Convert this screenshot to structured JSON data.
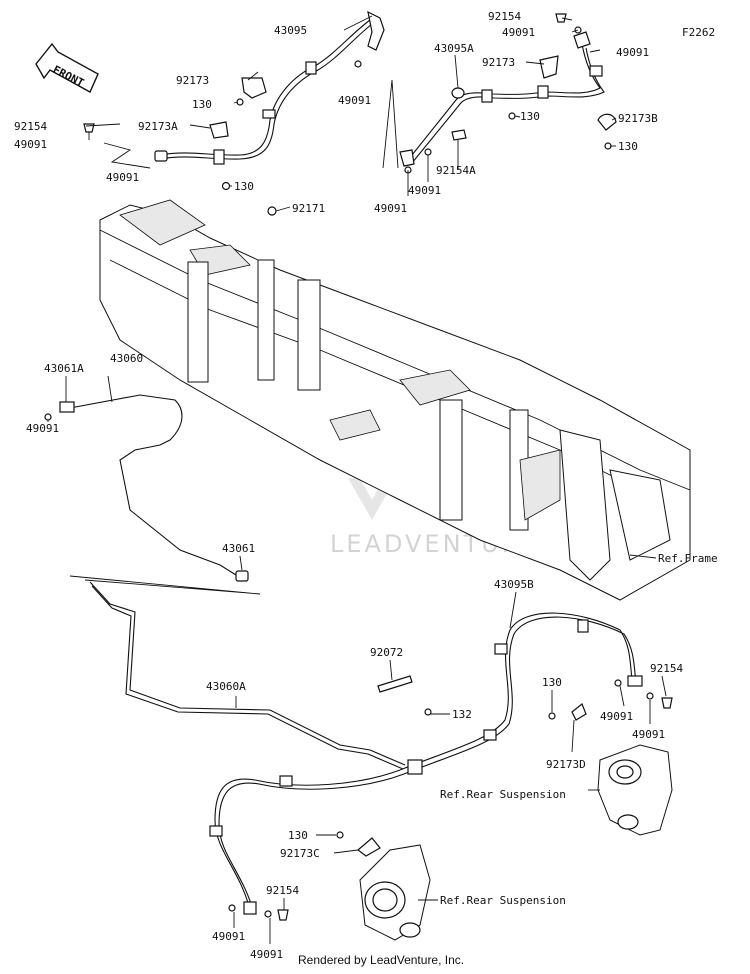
{
  "figure_code": "F2262",
  "front_label": "FRONT",
  "footer": "Rendered by LeadVenture, Inc.",
  "watermark": "LEADVENTURE",
  "labels": {
    "p43095": "43095",
    "p92154_tr": "92154",
    "p49091_tr1": "49091",
    "p49091_tr2": "49091",
    "pF2262": "F2262",
    "p43095A": "43095A",
    "p92173_tr": "92173",
    "p92173": "92173",
    "p130_a": "130",
    "p49091_a": "49091",
    "p92154_l": "92154",
    "p49091_l": "49091",
    "p92173A": "92173A",
    "p49091_l2": "49091",
    "p130_b": "130",
    "p130_c": "130",
    "p92173B": "92173B",
    "p130_d": "130",
    "p92154A": "92154A",
    "p49091_m1": "49091",
    "p49091_m2": "49091",
    "p92171": "92171",
    "p43061A": "43061A",
    "p43060": "43060",
    "p49091_ll": "49091",
    "p43061": "43061",
    "refFrame": "Ref.Frame",
    "p43095B": "43095B",
    "p92072": "92072",
    "p130_e": "130",
    "p92154_r": "92154",
    "p43060A": "43060A",
    "p132": "132",
    "p49091_r1": "49091",
    "p49091_r2": "49091",
    "p92173D": "92173D",
    "refRear1": "Ref.Rear Suspension",
    "p130_f": "130",
    "p92173C": "92173C",
    "p92154_b": "92154",
    "refRear2": "Ref.Rear Suspension",
    "p49091_b1": "49091",
    "p49091_b2": "49091"
  }
}
